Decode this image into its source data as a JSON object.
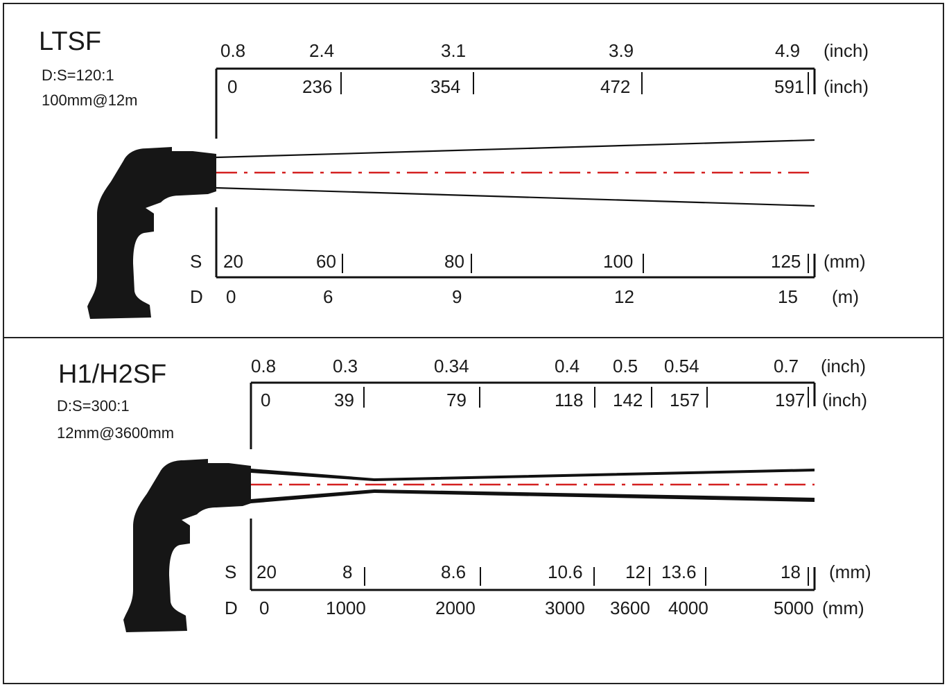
{
  "panels": [
    {
      "id": "ltsf",
      "title": "LTSF",
      "ratio": "D:S=120:1",
      "spot_at": "100mm@12m",
      "row_spot_inch": {
        "values": [
          "0.8",
          "2.4",
          "3.1",
          "3.9",
          "4.9"
        ],
        "unit": "(inch)"
      },
      "row_dist_inch": {
        "values": [
          "0",
          "236",
          "354",
          "472",
          "591"
        ],
        "unit": "(inch)"
      },
      "row_s": {
        "letter": "S",
        "values": [
          "20",
          "60",
          "80",
          "100",
          "125"
        ],
        "unit": "(mm)"
      },
      "row_d": {
        "letter": "D",
        "values": [
          "0",
          "6",
          "9",
          "12",
          "15"
        ],
        "unit": "(m)"
      }
    },
    {
      "id": "h1h2sf",
      "title": "H1/H2SF",
      "ratio": "D:S=300:1",
      "spot_at": "12mm@3600mm",
      "row_spot_inch": {
        "values": [
          "0.8",
          "0.3",
          "0.34",
          "0.4",
          "0.5",
          "0.54",
          "0.7"
        ],
        "unit": "(inch)"
      },
      "row_dist_inch": {
        "values": [
          "0",
          "39",
          "79",
          "118",
          "142",
          "157",
          "197"
        ],
        "unit": "(inch)"
      },
      "row_s": {
        "letter": "S",
        "values": [
          "20",
          "8",
          "8.6",
          "10.6",
          "12",
          "13.6",
          "18"
        ],
        "unit": "(mm)"
      },
      "row_d": {
        "letter": "D",
        "values": [
          "0",
          "1000",
          "2000",
          "3000",
          "3600",
          "4000",
          "5000"
        ],
        "unit": "(mm)"
      }
    }
  ],
  "colors": {
    "line": "#111111",
    "laser": "#d42020",
    "gun": "#161616"
  }
}
